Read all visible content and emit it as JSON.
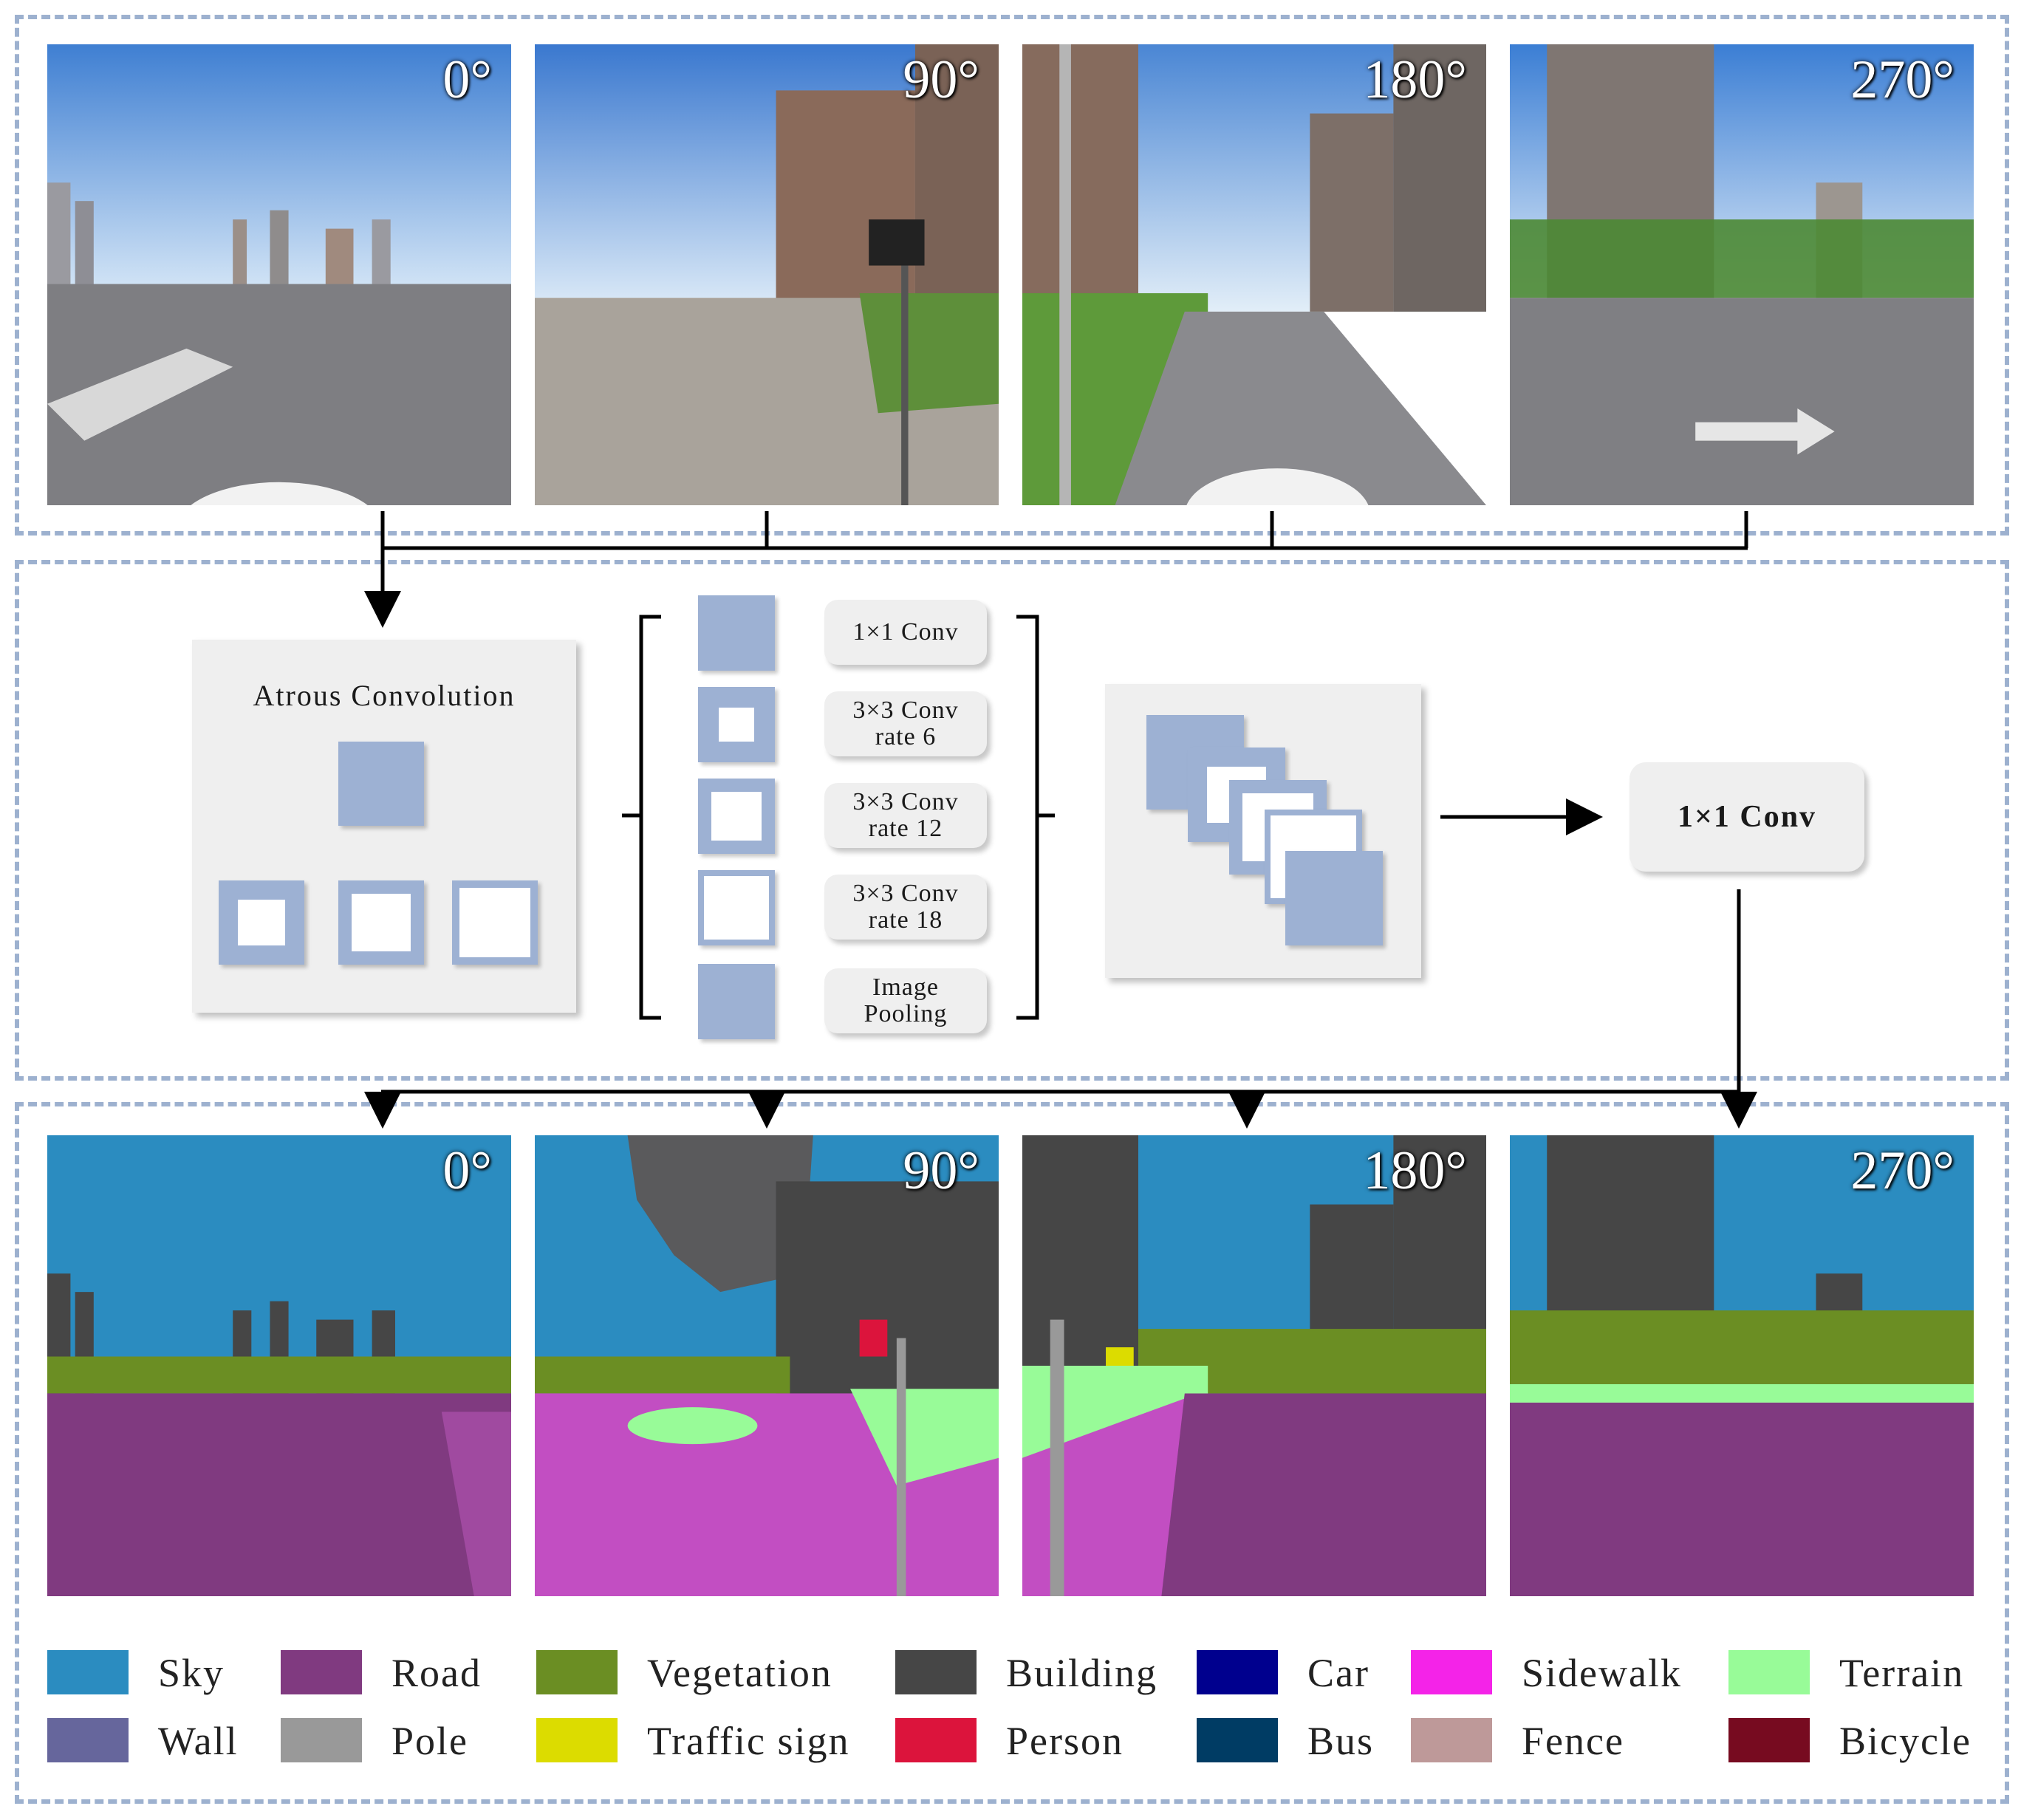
{
  "angles": [
    "0°",
    "90°",
    "180°",
    "270°"
  ],
  "atrous": {
    "title": "Atrous Convolution"
  },
  "aspp": [
    {
      "line1": "1×1 Conv",
      "line2": ""
    },
    {
      "line1": "3×3 Conv",
      "line2": "rate 6"
    },
    {
      "line1": "3×3 Conv",
      "line2": "rate 12"
    },
    {
      "line1": "3×3 Conv",
      "line2": "rate 18"
    },
    {
      "line1": "Image",
      "line2": "Pooling"
    }
  ],
  "final_conv": "1×1 Conv",
  "legend": [
    {
      "label": "Sky",
      "color": "#2b8cc0"
    },
    {
      "label": "Road",
      "color": "#803a80"
    },
    {
      "label": "Vegetation",
      "color": "#6b8e23"
    },
    {
      "label": "Building",
      "color": "#464646"
    },
    {
      "label": "Car",
      "color": "#00008e"
    },
    {
      "label": "Sidewalk",
      "color": "#f423e8"
    },
    {
      "label": "Terrain",
      "color": "#98fb98"
    },
    {
      "label": "Wall",
      "color": "#66669c"
    },
    {
      "label": "Pole",
      "color": "#999999"
    },
    {
      "label": "Traffic sign",
      "color": "#dcdc00"
    },
    {
      "label": "Person",
      "color": "#dc143c"
    },
    {
      "label": "Bus",
      "color": "#003c64"
    },
    {
      "label": "Fence",
      "color": "#be9999"
    },
    {
      "label": "Bicycle",
      "color": "#770b20"
    }
  ]
}
